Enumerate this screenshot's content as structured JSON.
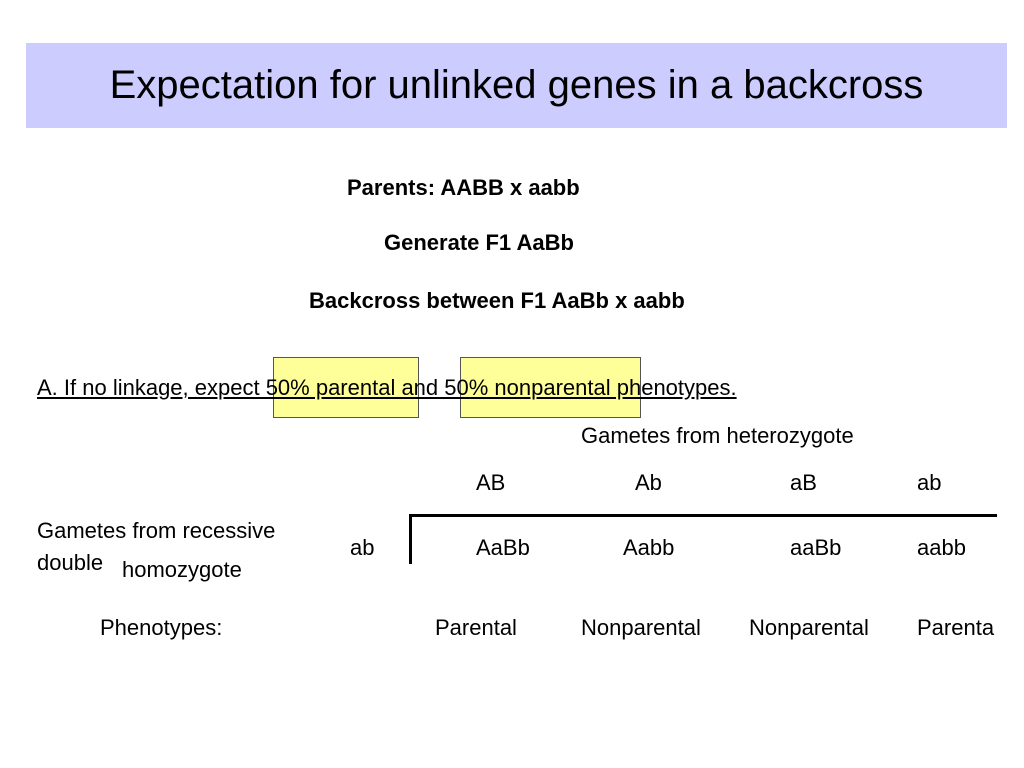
{
  "title": "Expectation for unlinked genes in a backcross",
  "header_lines": {
    "parents": "Parents:  AABB x  aabb",
    "f1": "Generate F1 AaBb",
    "backcross": "Backcross  between F1 AaBb x aabb"
  },
  "statement": "A. If no linkage, expect 50% parental and 50% nonparental phenotypes.",
  "highlight_color": "#ffff99",
  "title_bar_color": "#ccccff",
  "table": {
    "het_label": "Gametes from heterozygote",
    "het_gametes": [
      "AB",
      "Ab",
      "aB",
      "ab"
    ],
    "recessive_label_line1": "Gametes from recessive",
    "recessive_label_line2": "double",
    "recessive_label_line3": "homozygote",
    "recessive_gamete": "ab",
    "offspring": [
      "AaBb",
      "Aabb",
      "aaBb",
      "aabb"
    ],
    "phenotypes_label": "Phenotypes:",
    "phenotypes": [
      "Parental",
      "Nonparental",
      "Nonparental",
      "Parenta"
    ]
  }
}
